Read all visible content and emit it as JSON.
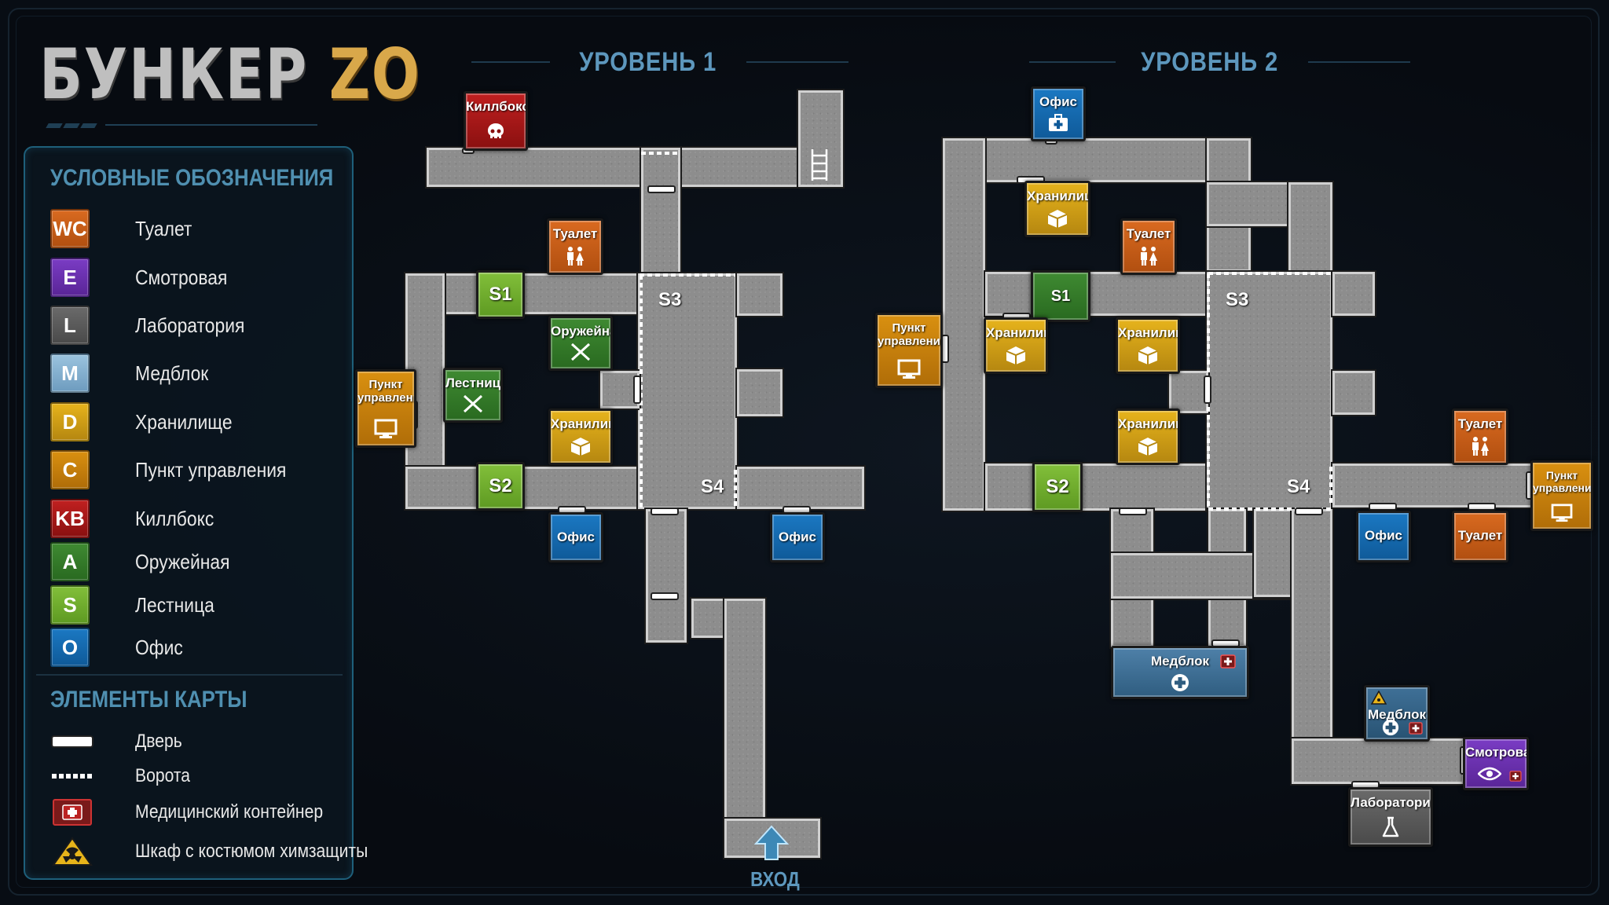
{
  "title": {
    "part1": "БУНКЕР",
    "part2": "ZO"
  },
  "legend": {
    "heading": "УСЛОВНЫЕ ОБОЗНАЧЕНИЯ",
    "items": [
      {
        "code": "WC",
        "label": "Туалет",
        "color": "#c85c18"
      },
      {
        "code": "E",
        "label": "Смотровая",
        "color": "#6a30b0"
      },
      {
        "code": "L",
        "label": "Лаборатория",
        "color": "#5a5a5a"
      },
      {
        "code": "M",
        "label": "Медблок",
        "color": "#8ab4d2"
      },
      {
        "code": "D",
        "label": "Хранилище",
        "color": "#d9a418"
      },
      {
        "code": "C",
        "label": "Пункт управления",
        "color": "#c98010"
      },
      {
        "code": "KB",
        "label": "Киллбокс",
        "color": "#a81818"
      },
      {
        "code": "A",
        "label": "Оружейная",
        "color": "#367a2a"
      },
      {
        "code": "S",
        "label": "Лестница",
        "color": "#74b032"
      },
      {
        "code": "O",
        "label": "Офис",
        "color": "#1569b0"
      }
    ],
    "elements_heading": "ЭЛЕМЕНТЫ КАРТЫ",
    "elements": [
      {
        "icon": "door-icon",
        "label": "Дверь"
      },
      {
        "icon": "gate-icon",
        "label": "Ворота"
      },
      {
        "icon": "medical-container-icon",
        "label": "Медицинский контейнер"
      },
      {
        "icon": "hazmat-icon",
        "label": "Шкаф с костюмом химзащиты"
      }
    ]
  },
  "level1": {
    "title": "УРОВЕНЬ 1",
    "rooms": {
      "killbox": "Киллбокс",
      "toilet": "Туалет",
      "control_line1": "Пункт",
      "control_line2": "управления",
      "stairs_room": "Лестница",
      "armory": "Оружейная",
      "storage": "Хранилище",
      "office_left": "Офис",
      "office_right": "Офис"
    },
    "stairs": {
      "s1": "S1",
      "s2": "S2"
    },
    "zones": {
      "s3": "S3",
      "s4": "S4"
    },
    "entry": "ВХОД"
  },
  "level2": {
    "title": "УРОВЕНЬ 2",
    "rooms": {
      "office_top": "Офис",
      "storage_top": "Хранилище",
      "toilet_top": "Туалет",
      "control_left_line1": "Пункт",
      "control_left_line2": "управления",
      "storage_left": "Хранилище",
      "storage_mid": "Хранилище",
      "storage_lower": "Хранилище",
      "toilet_right1": "Туалет",
      "toilet_right2": "Туалет",
      "control_right_line1": "Пункт",
      "control_right_line2": "управления",
      "office_bottom": "Офис",
      "medblock_big": "Медблок",
      "medblock_small": "Медблок",
      "observation": "Смотровая",
      "laboratory": "Лаборатория"
    },
    "stairs": {
      "s1": "S1",
      "s2": "S2"
    },
    "zones": {
      "s3": "S3",
      "s4": "S4"
    }
  }
}
